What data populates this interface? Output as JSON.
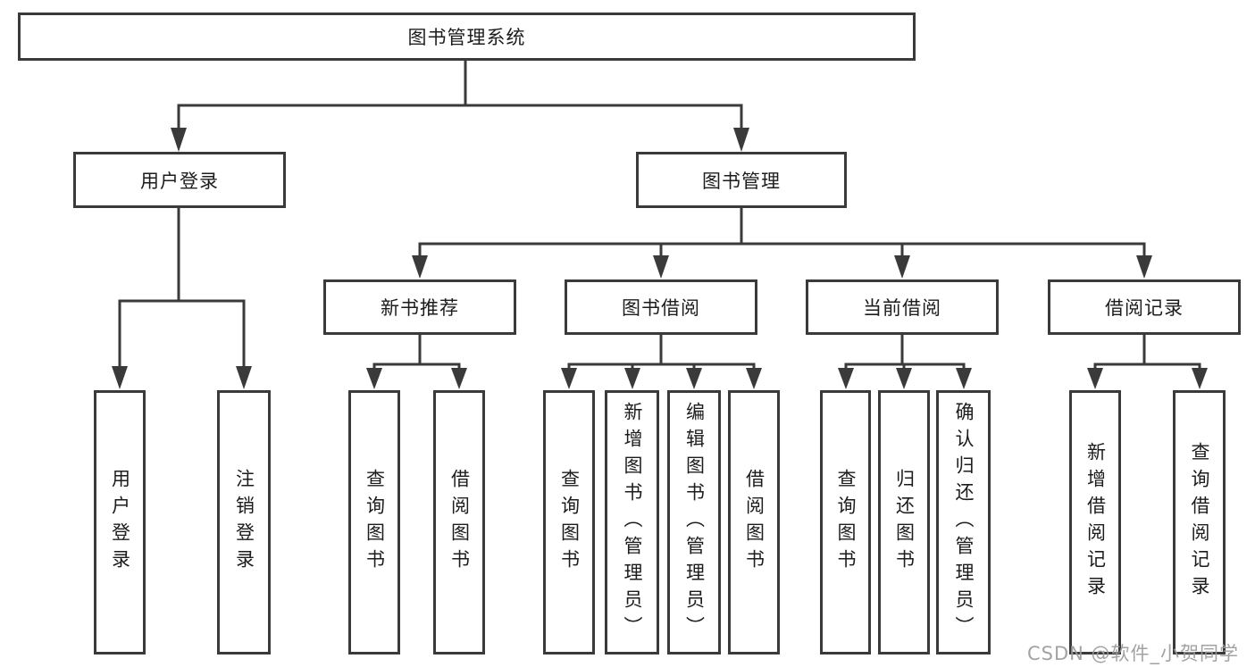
{
  "diagram": {
    "type": "hierarchy-tree",
    "tree": {
      "label": "图书管理系统",
      "children": [
        {
          "label": "用户登录",
          "children": [
            {
              "label": "用户登录"
            },
            {
              "label": "注销登录"
            }
          ]
        },
        {
          "label": "图书管理",
          "children": [
            {
              "label": "新书推荐",
              "children": [
                {
                  "label": "查询图书"
                },
                {
                  "label": "借阅图书"
                }
              ]
            },
            {
              "label": "图书借阅",
              "children": [
                {
                  "label": "查询图书"
                },
                {
                  "label": "新增图书（管理员）"
                },
                {
                  "label": "编辑图书（管理员）"
                },
                {
                  "label": "借阅图书"
                }
              ]
            },
            {
              "label": "当前借阅",
              "children": [
                {
                  "label": "查询图书"
                },
                {
                  "label": "归还图书"
                },
                {
                  "label": "确认归还（管理员）"
                }
              ]
            },
            {
              "label": "借阅记录",
              "children": [
                {
                  "label": "新增借阅记录"
                },
                {
                  "label": "查询借阅记录"
                }
              ]
            }
          ]
        }
      ]
    }
  },
  "watermark": {
    "text": "CSDN @软件_小贺同学"
  },
  "colors": {
    "line": "#3a3a3a",
    "box_border": "#3a3a3a",
    "text": "#1c1c1c",
    "background": "#ffffff",
    "watermark": "#9b9b9b"
  }
}
